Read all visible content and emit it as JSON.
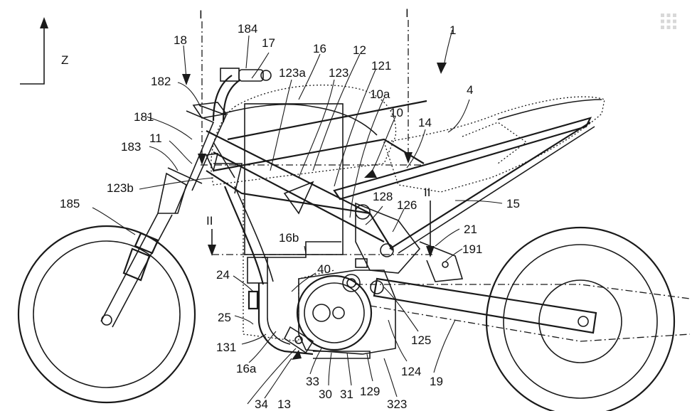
{
  "figure": {
    "axis_label": "Z",
    "section_marks": [
      "I",
      "I",
      "II",
      "II"
    ],
    "labels": {
      "l1": "1",
      "l4": "4",
      "l10": "10",
      "l10a": "10a",
      "l11": "11",
      "l12": "12",
      "l121": "121",
      "l123": "123",
      "l123a": "123a",
      "l123b": "123b",
      "l124": "124",
      "l125": "125",
      "l126": "126",
      "l128": "128",
      "l129": "129",
      "l13": "13",
      "l131": "131",
      "l14": "14",
      "l15": "15",
      "l16": "16",
      "l16a": "16a",
      "l16b": "16b",
      "l17": "17",
      "l18": "18",
      "l181": "181",
      "l182": "182",
      "l183": "183",
      "l184": "184",
      "l185": "185",
      "l19": "19",
      "l191": "191",
      "l21": "21",
      "l24": "24",
      "l25": "25",
      "l30": "30",
      "l31": "31",
      "l323": "323",
      "l33": "33",
      "l34": "34",
      "l40": "40"
    }
  },
  "ui": {
    "grid_icon": "grid-icon"
  }
}
